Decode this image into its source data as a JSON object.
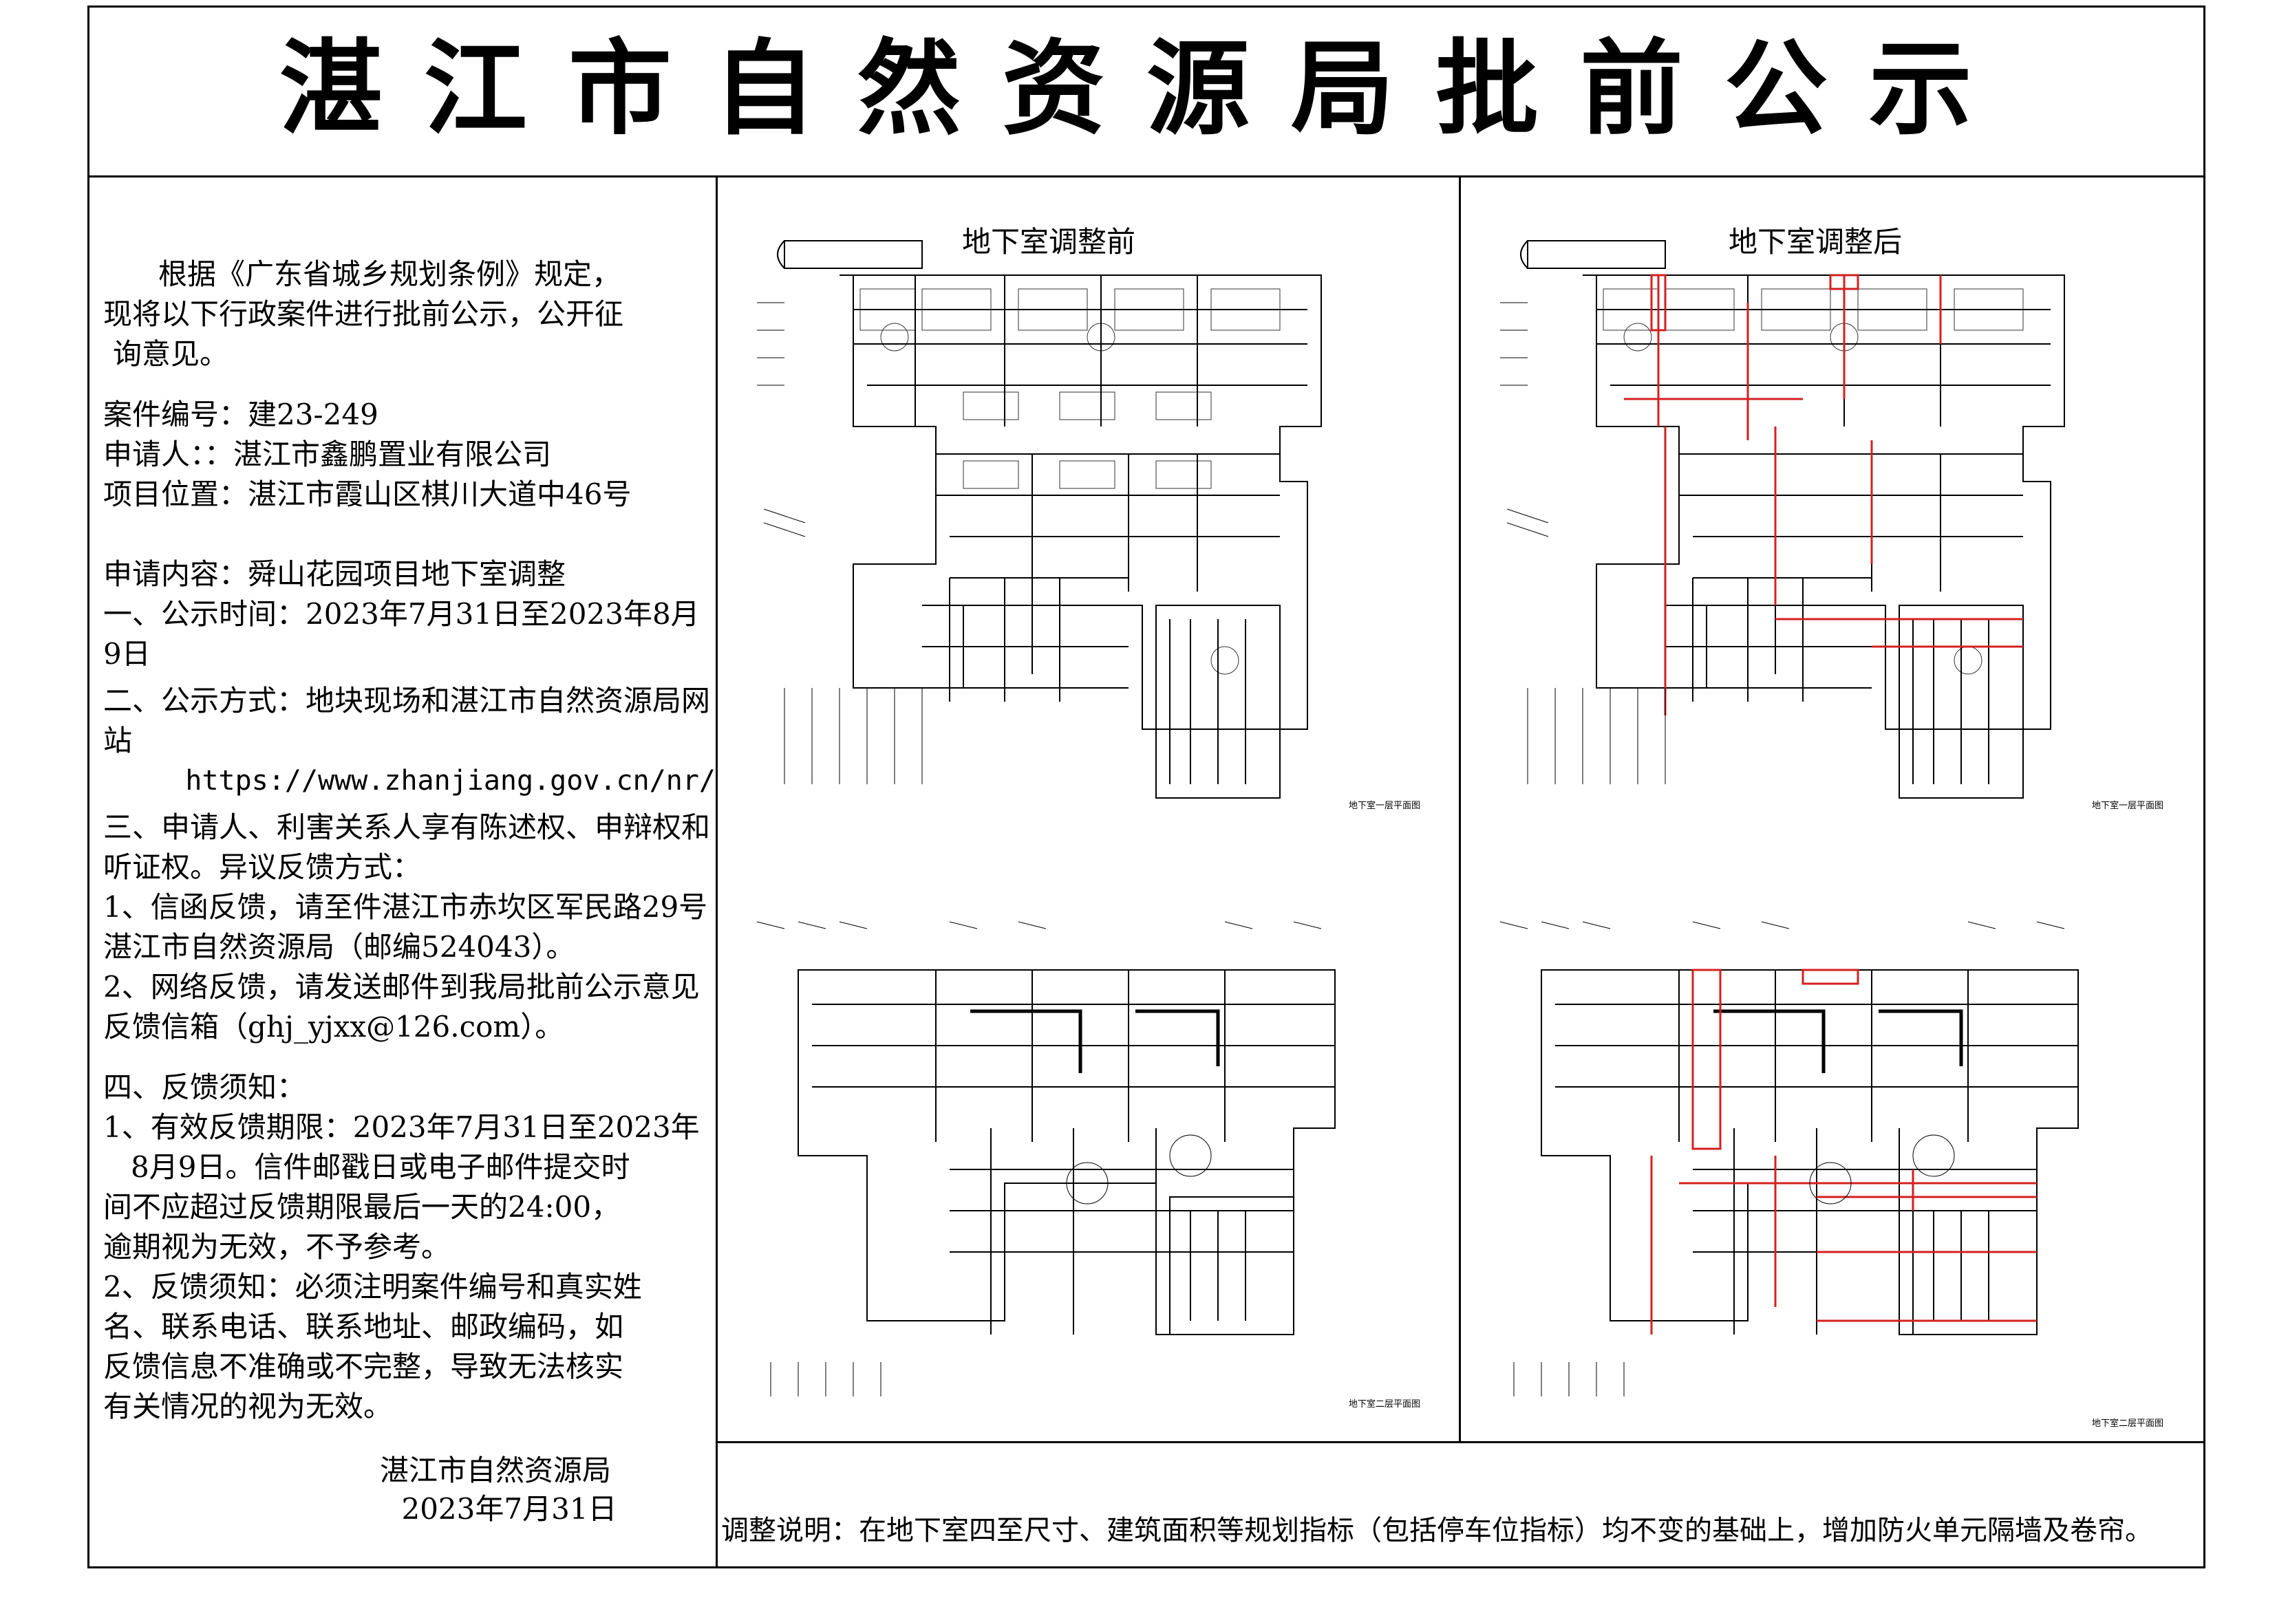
{
  "header": {
    "title": "湛江市自然资源局批前公示"
  },
  "left_text": {
    "intro_1": "根据《广东省城乡规划条例》规定，",
    "intro_2": "现将以下行政案件进行批前公示，公开征",
    "intro_3": "询意见。",
    "case_no": "案件编号：建23-249",
    "applicant": "申请人：：湛江市鑫鹏置业有限公司",
    "location": "项目位置：湛江市霞山区棋川大道中46号",
    "content": "申请内容：舜山花园项目地下室调整",
    "time": "一、公示时间：2023年7月31日至2023年8月9日",
    "method": "二、公示方式：地块现场和湛江市自然资源局网站",
    "url": "https://www.zhanjiang.gov.cn/nr/",
    "rights_1": "三、申请人、利害关系人享有陈述权、申辩权和",
    "rights_2": "听证权。异议反馈方式：",
    "letter_1": "1、信函反馈，请至件湛江市赤坎区军民路29号",
    "letter_2": "湛江市自然资源局（邮编524043）。",
    "email_1": "2、网络反馈，请发送邮件到我局批前公示意见",
    "email_2": "反馈信箱（ghj_yjxx@126.com）。",
    "notice_head": "四、反馈须知：",
    "notice_1a": "1、有效反馈期限：2023年7月31日至2023年",
    "notice_1b": "8月9日。信件邮戳日或电子邮件提交时",
    "notice_1c": "间不应超过反馈期限最后一天的24:00，",
    "notice_1d": "逾期视为无效，不予参考。",
    "notice_2a": "2、反馈须知：必须注明案件编号和真实姓",
    "notice_2b": "名、联系电话、联系地址、邮政编码，如",
    "notice_2c": "反馈信息不准确或不完整，导致无法核实",
    "notice_2d": "有关情况的视为无效。",
    "sign_org": "湛江市自然资源局",
    "sign_date": "2023年7月31日"
  },
  "drawings": {
    "before_title": "地下室调整前",
    "after_title": "地下室调整后",
    "caption_b1": "地下室一层平面图",
    "caption_b2": "地下室二层平面图"
  },
  "note": "调整说明：在地下室四至尺寸、建筑面积等规划指标（包括停车位指标）均不变的基础上，增加防火单元隔墙及卷帘。",
  "colors": {
    "line": "#000000",
    "revision": "#d42020"
  }
}
